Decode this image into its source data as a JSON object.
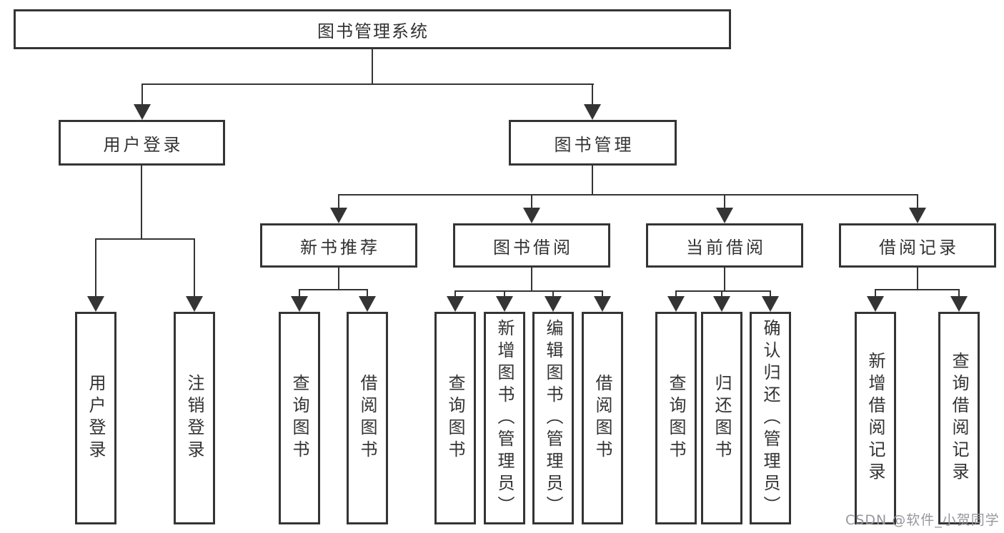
{
  "tree": {
    "root": "图书管理系统",
    "user_login": {
      "label": "用户登录",
      "children": [
        "用户登录",
        "注销登录"
      ]
    },
    "book_management": {
      "label": "图书管理",
      "sections": {
        "new_book_recommend": {
          "label": "新书推荐",
          "children": [
            "查询图书",
            "借阅图书"
          ]
        },
        "book_borrow": {
          "label": "图书借阅",
          "children": [
            "查询图书",
            "新增图书（管理员）",
            "编辑图书（管理员）",
            "借阅图书"
          ]
        },
        "current_borrow": {
          "label": "当前借阅",
          "children": [
            "查询图书",
            "归还图书",
            "确认归还（管理员）"
          ]
        },
        "borrow_record": {
          "label": "借阅记录",
          "children": [
            "新增借阅记录",
            "查询借阅记录"
          ]
        }
      }
    }
  },
  "watermark": "CSDN @软件_小贺同学",
  "colors": {
    "line": "#343434",
    "text": "#333333",
    "watermark_text": "#96969e",
    "background": "#ffffff"
  }
}
